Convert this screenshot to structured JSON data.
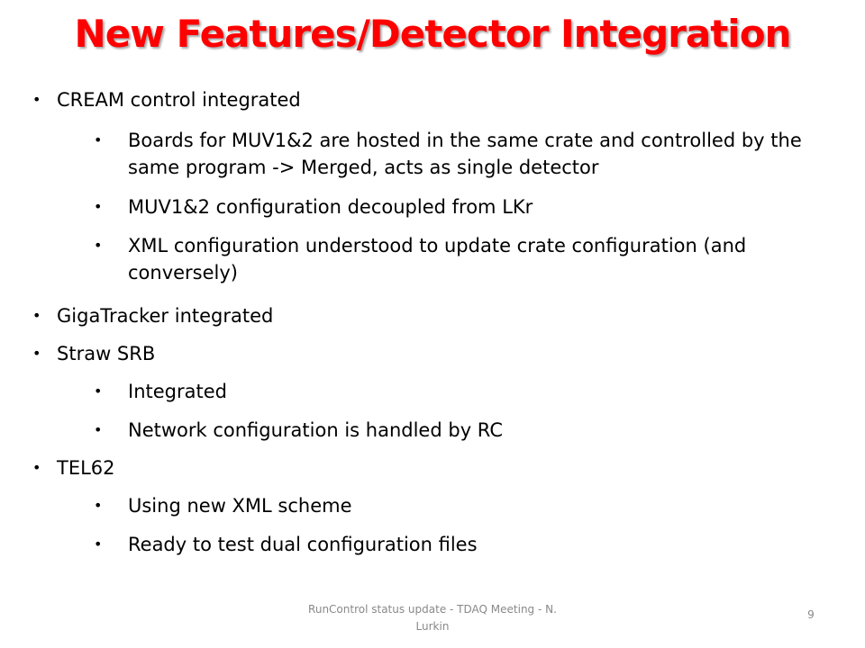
{
  "slide": {
    "title": "New Features/Detector Integration",
    "bullet_glyph": "•",
    "items": [
      {
        "level": 1,
        "text": "CREAM control integrated"
      },
      {
        "level": 2,
        "text": "Boards for MUV1&2 are hosted in the same crate and controlled by the same program -> Merged, acts as single detector"
      },
      {
        "level": 2,
        "text": "MUV1&2 configuration decoupled from LKr"
      },
      {
        "level": 2,
        "text": "XML configuration understood to update crate configuration (and conversely)"
      },
      {
        "level": 1,
        "text": "GigaTracker integrated"
      },
      {
        "level": 1,
        "text": "Straw SRB"
      },
      {
        "level": 2,
        "text": "Integrated"
      },
      {
        "level": 2,
        "text": "Network configuration is handled by RC"
      },
      {
        "level": 1,
        "text": "TEL62"
      },
      {
        "level": 2,
        "text": "Using new XML scheme"
      },
      {
        "level": 2,
        "text": "Ready to test dual configuration files"
      }
    ],
    "footer": "RunControl status update - TDAQ Meeting - N. Lurkin",
    "page_number": "9"
  },
  "colors": {
    "title": "#ff0000",
    "text": "#000000",
    "footer": "#898989",
    "background": "#ffffff"
  }
}
